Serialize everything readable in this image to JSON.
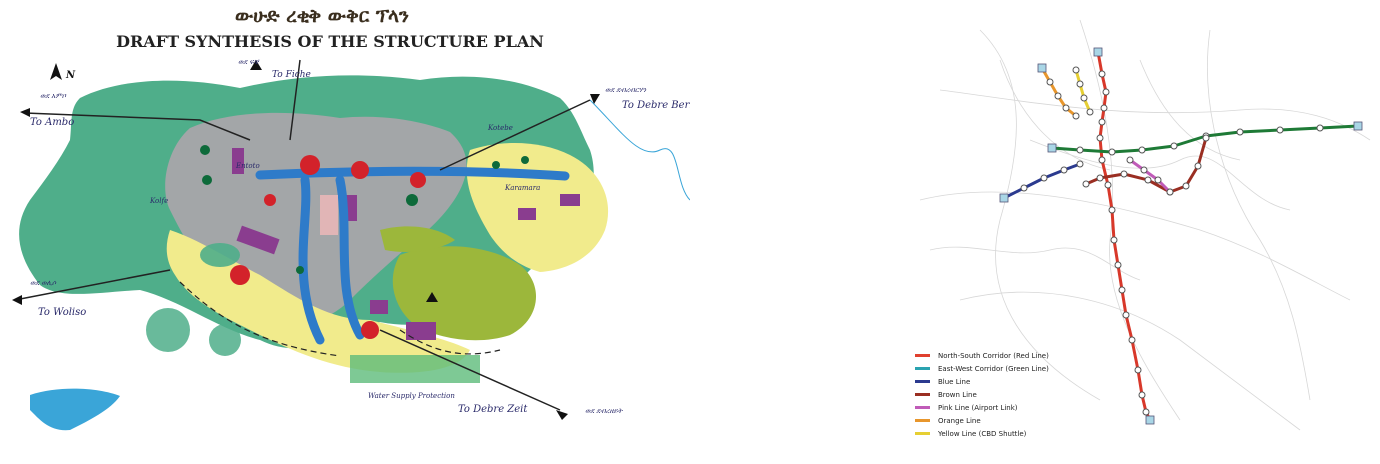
{
  "left_map": {
    "title_amharic": "ውሁድ ረቂቅ ውቅር ፕላን",
    "title_english": "DRAFT SYNTHESIS OF THE STRUCTURE PLAN",
    "north_label": "N",
    "places": {
      "to_fiche": "To Fiche",
      "to_ambo": "To Ambo",
      "to_debre_berhan": "To Debre Berhan",
      "to_woliso": "To Woliso",
      "to_debre_zeit": "To Debre Zeit",
      "water_supply": "Water Supply Protection",
      "kolfe": "Kolfe",
      "karamara": "Karamara",
      "kotebe": "Kotebe",
      "entoto": "Entoto"
    },
    "amharic_labels": {
      "fiche": "ወደ ፍቼ",
      "ambo": "ወደ አምቦ",
      "debre_berhan": "ወደ ደብረብርሃን",
      "woliso": "ወደ ወሊሶ",
      "debre_zeit": "ወደ ደብረዘይት"
    },
    "colors": {
      "forest": "#4fae8a",
      "built_up": "#a3a6a8",
      "expansion": "#f1eb8c",
      "agri": "#9cb73b",
      "corridor": "#2e7bc9",
      "center": "#d3222a",
      "industrial": "#8a3d8f"
    }
  },
  "right_map": {
    "lines": [
      {
        "key": "red",
        "color": "#d8382a",
        "label": "North-South Corridor (Red Line)"
      },
      {
        "key": "green",
        "color": "#1e7a36",
        "label": "East-West Corridor (Green Line)"
      },
      {
        "key": "blue",
        "color": "#2b3a8f",
        "label": "Blue Line"
      },
      {
        "key": "brown",
        "color": "#9a2e22",
        "label": "Brown Line"
      },
      {
        "key": "pink",
        "color": "#c05bb8",
        "label": "Pink Line (Airport Link)"
      },
      {
        "key": "orange",
        "color": "#e8962c",
        "label": "Orange Line"
      },
      {
        "key": "yellow",
        "color": "#e6cf33",
        "label": "Yellow Line (CBD Shuttle)"
      }
    ],
    "legend_swatches": [
      "#e0402e",
      "#2aa3b0",
      "#2b3a8f",
      "#9a2e22",
      "#c05bb8",
      "#e8962c",
      "#e6cf33"
    ]
  }
}
